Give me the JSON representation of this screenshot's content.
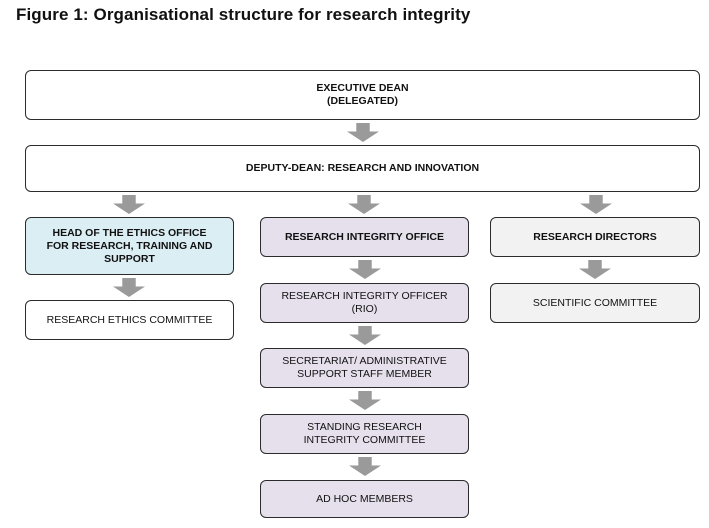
{
  "title": "Figure 1: Organisational structure for research integrity",
  "boxes": {
    "executive_dean": [
      "EXECUTIVE DEAN",
      "(DELEGATED)"
    ],
    "deputy_dean": [
      "DEPUTY-DEAN: RESEARCH AND INNOVATION"
    ],
    "head_ethics": [
      "HEAD OF THE ETHICS OFFICE",
      "FOR RESEARCH, TRAINING AND",
      "SUPPORT"
    ],
    "research_ethics_committee": [
      "RESEARCH ETHICS COMMITTEE"
    ],
    "research_integrity_office": [
      "RESEARCH INTEGRITY OFFICE"
    ],
    "research_integrity_officer": [
      "RESEARCH INTEGRITY OFFICER",
      "(RIO)"
    ],
    "secretariat": [
      "SECRETARIAT/ ADMINISTRATIVE",
      "SUPPORT STAFF MEMBER"
    ],
    "standing_committee": [
      "STANDING RESEARCH",
      "INTEGRITY COMMITTEE"
    ],
    "ad_hoc": [
      "AD HOC MEMBERS"
    ],
    "research_directors": [
      "RESEARCH DIRECTORS"
    ],
    "scientific_committee": [
      "SCIENTIFIC COMMITTEE"
    ]
  },
  "colors": {
    "border": "#2b2b2b",
    "arrow": "#9a9a9a",
    "ethics_fill": "#dbeef4",
    "integrity_fill": "#e6e0ec",
    "directors_fill": "#f2f2f2"
  }
}
